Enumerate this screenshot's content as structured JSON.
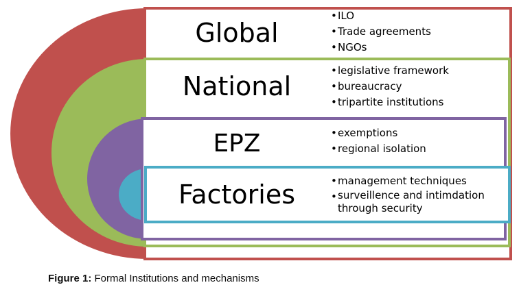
{
  "colors": {
    "global": "#c0504d",
    "national": "#9bbb59",
    "epz": "#8064a2",
    "factories": "#4bacc6"
  },
  "levels": [
    {
      "title": "Global",
      "items": [
        "ILO",
        "Trade agreements",
        "NGOs"
      ]
    },
    {
      "title": "National",
      "items": [
        "legislative framework",
        "bureaucracy",
        "tripartite institutions"
      ]
    },
    {
      "title": "EPZ",
      "items": [
        "exemptions",
        "regional isolation"
      ]
    },
    {
      "title": "Factories",
      "items": [
        "management techniques",
        "surveillence and intimdation through security"
      ]
    }
  ],
  "caption": {
    "label": "Figure 1:",
    "text": " Formal Institutions and mechanisms"
  }
}
